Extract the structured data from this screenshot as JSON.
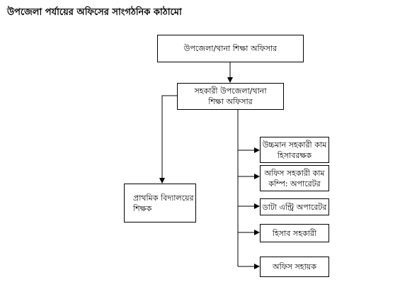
{
  "title": "উপজেলা পর্যায়ের অফিসের সাংগঠনিক কাঠামো",
  "boxes": {
    "top": "উপজেলা/থানা শিক্ষা অফিসার",
    "assistant": "সহকারী উপজেলা/থানা\nশিক্ষা অফিসার",
    "primary_teacher": "প্রাথমিক বিদ্যালয়ের\nশিক্ষক",
    "uchchaman": "উচ্চমান সহকারী কাম\nহিসাবরক্ষক",
    "office_assistant_computer": "অফিস সহকারী কাম\nকম্পি: অপারেটর",
    "data_entry": "ডাটা এন্ট্রি অপারেটর",
    "accounts_assistant": "হিসাব সহকারী",
    "office_helper": "অফিস সহায়ক"
  }
}
